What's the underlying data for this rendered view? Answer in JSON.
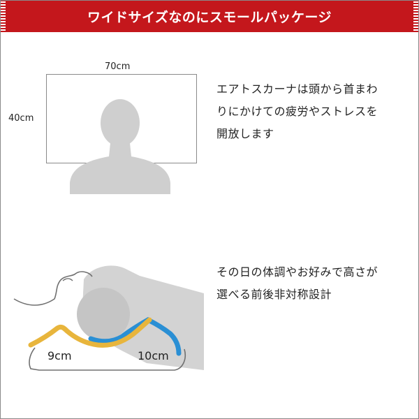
{
  "banner": {
    "title": "ワイドサイズなのにスモールパッケージ"
  },
  "size_diagram": {
    "width_label": "70cm",
    "height_label": "40cm"
  },
  "descriptions": [
    {
      "text": "エアトスカーナは頭から首まわ\nりにかけての疲労やストレスを\n開放します"
    },
    {
      "text": "その日の体調やお好みで高さが\n選べる前後非対称設計"
    }
  ],
  "pillow_diagram": {
    "left_height": "9cm",
    "right_height": "10cm"
  },
  "colors": {
    "banner": "#c4171c",
    "left_curve": "#e8b53c",
    "right_curve": "#2a8fd4",
    "silhouette": "#cfcfcf"
  }
}
